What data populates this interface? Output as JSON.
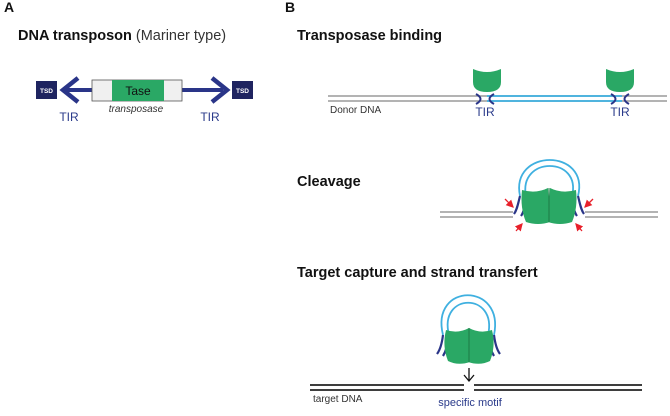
{
  "panel_a": {
    "letter": "A",
    "title_bold": "DNA transposon",
    "title_light": " (Mariner type)",
    "tsd_left": "TSD",
    "tsd_right": "TSD",
    "gene_label": "Tase",
    "gene_caption": "transposase",
    "tir_left": "TIR",
    "tir_right": "TIR"
  },
  "panel_b": {
    "letter": "B",
    "step1": {
      "title": "Transposase binding",
      "donor_label": "Donor DNA",
      "tir_left": "TIR",
      "tir_right": "TIR"
    },
    "step2": {
      "title": "Cleavage"
    },
    "step3": {
      "title": "Target capture and strand transfert",
      "target_label": "target DNA",
      "motif_label": "specific motif"
    }
  },
  "colors": {
    "transposase_green": "#2aa865",
    "transposase_dark": "#1d7a45",
    "tir_navy": "#2a3588",
    "tsd_navy": "#1f2460",
    "transposon_blue": "#3fb0e0",
    "donor_gray": "#9a9a9a",
    "cleavage_red": "#e8202a",
    "target_black": "#222222"
  }
}
